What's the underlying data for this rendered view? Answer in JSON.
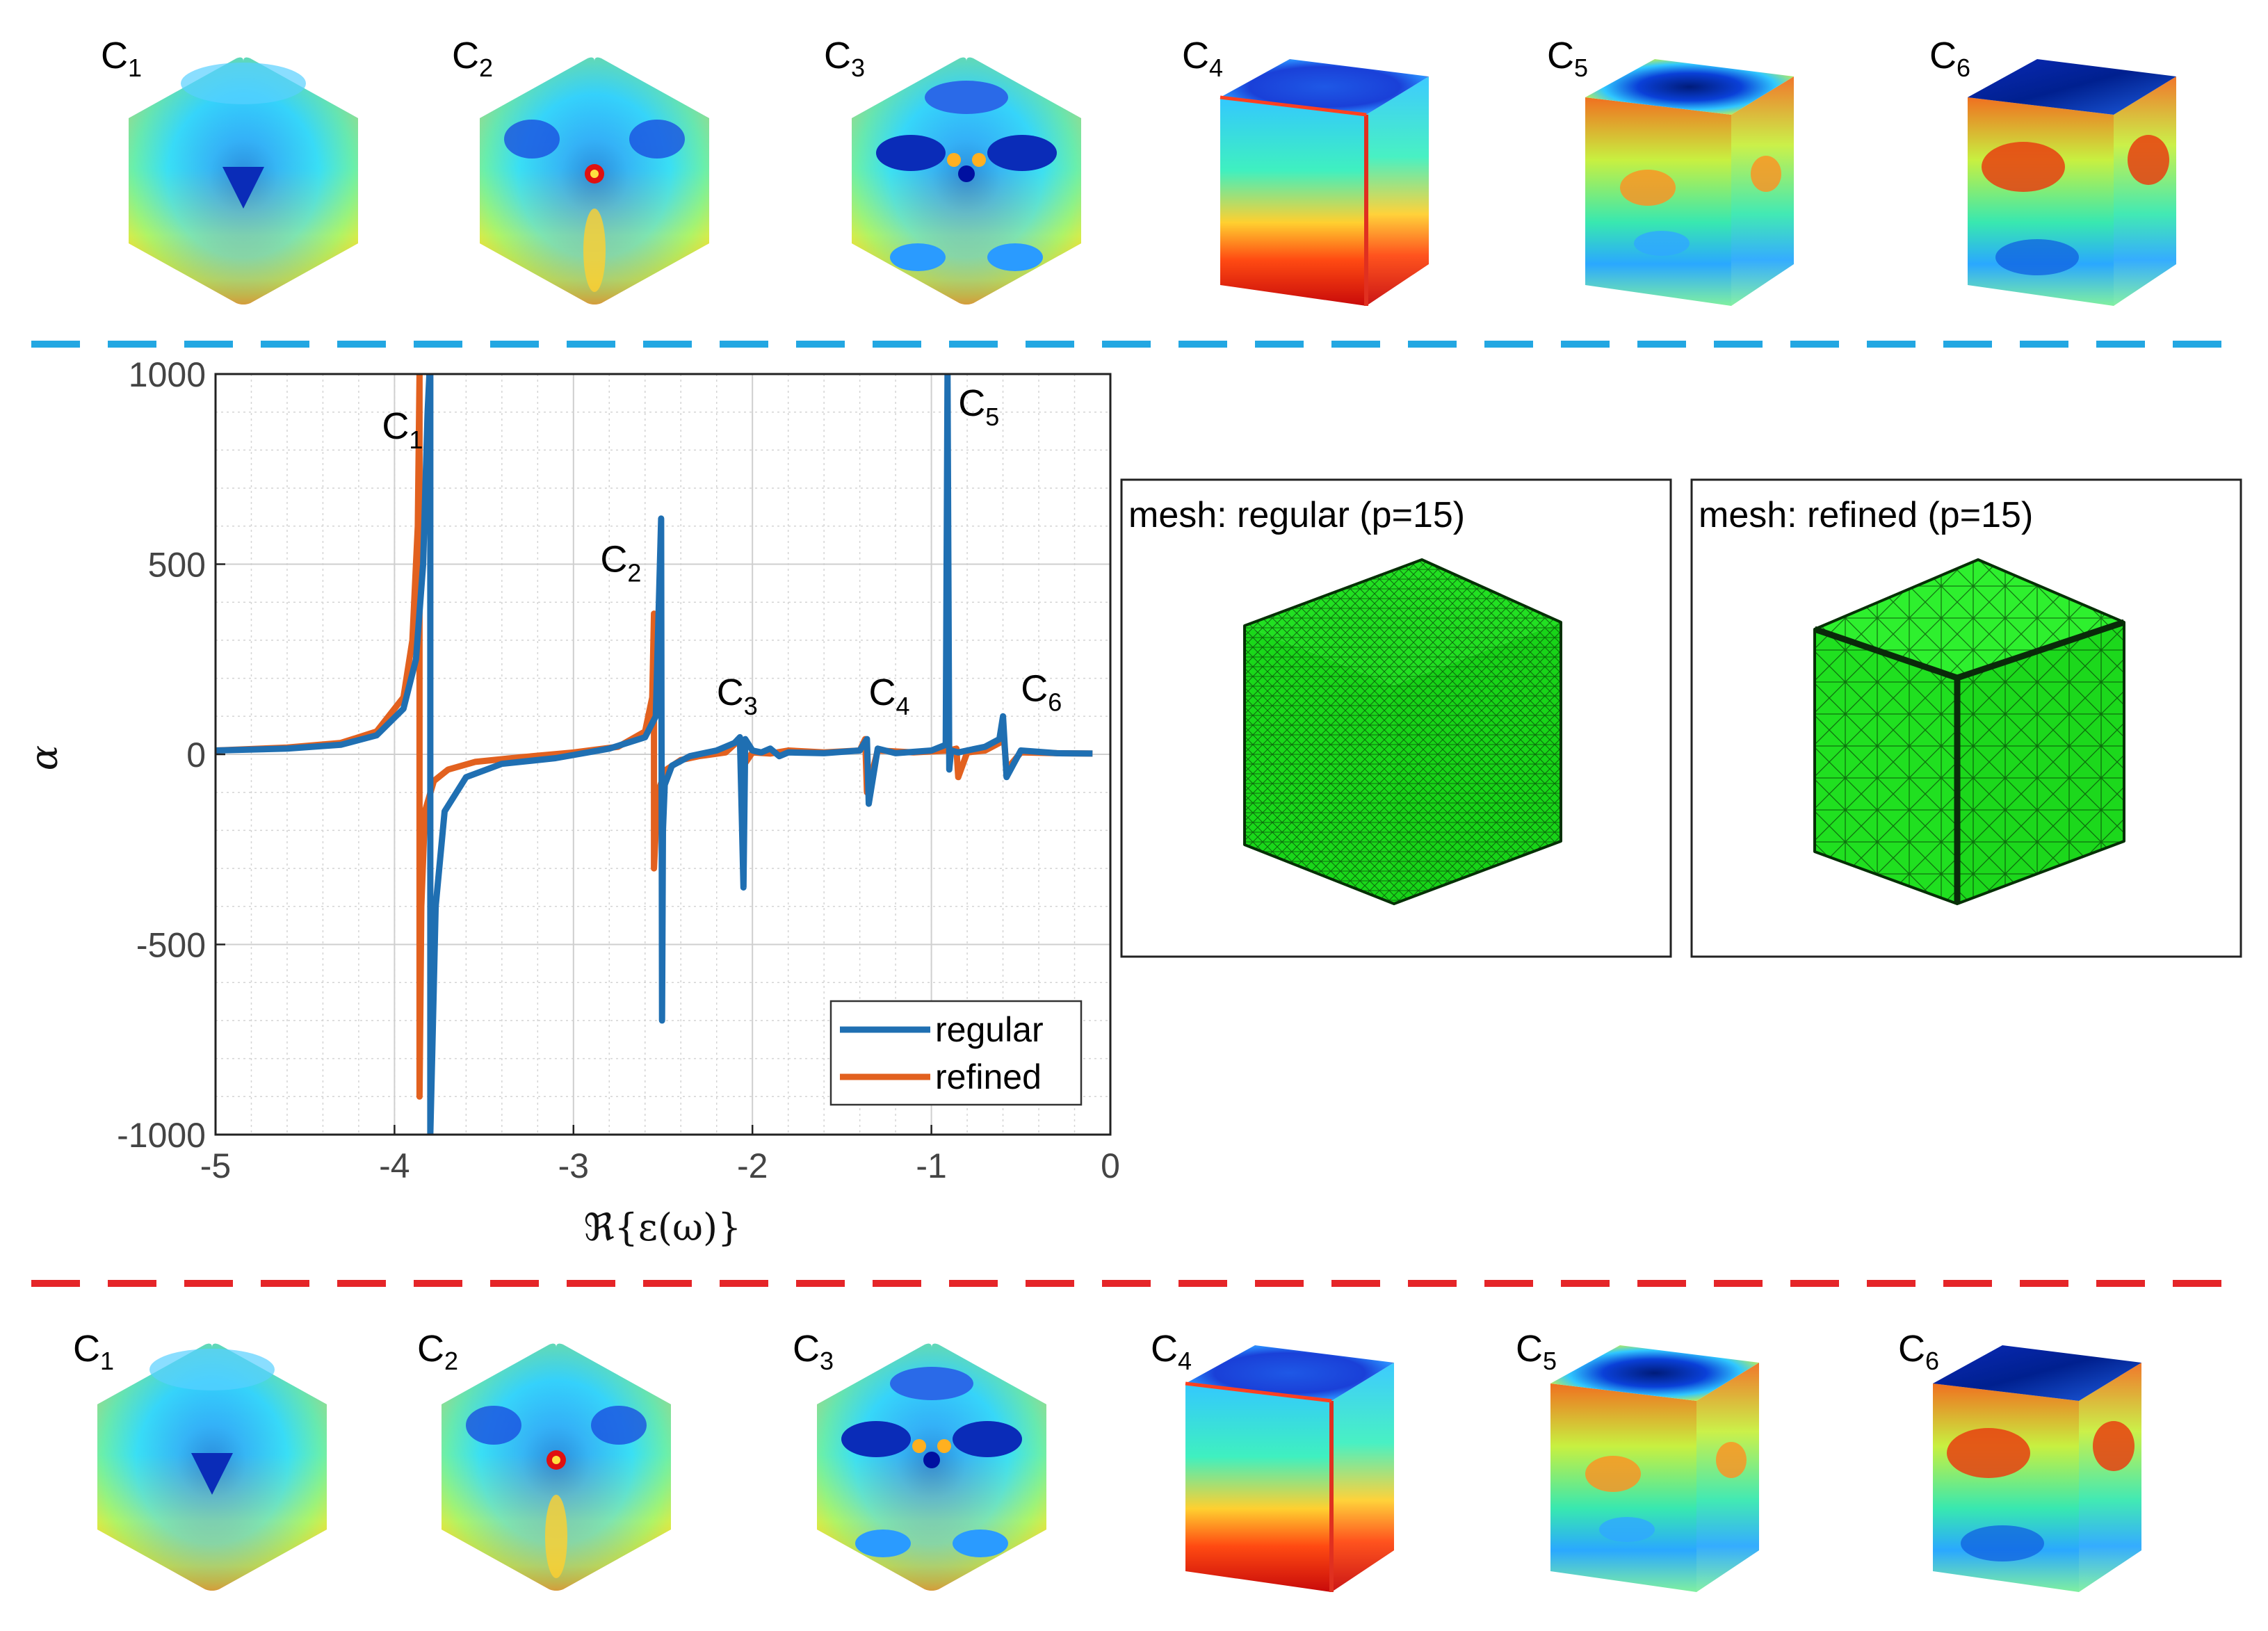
{
  "top_row": {
    "labels": [
      "C1",
      "C2",
      "C3",
      "C4",
      "C5",
      "C6"
    ]
  },
  "bottom_row": {
    "labels": [
      "C1",
      "C2",
      "C3",
      "C4",
      "C5",
      "C6"
    ]
  },
  "colors": {
    "regular": "#1f6fb2",
    "refined": "#e2611f",
    "separator_top": "#23a7e2",
    "separator_bottom": "#e52528",
    "mesh_green": "#18e018"
  },
  "mesh_panels": [
    {
      "title": "mesh: regular (p=15)"
    },
    {
      "title": "mesh: refined (p=15)"
    }
  ],
  "chart_data": {
    "type": "line",
    "xlabel": "ℜ{ε(ω)}",
    "ylabel": "α",
    "xlim": [
      -5,
      0
    ],
    "ylim": [
      -1000,
      1000
    ],
    "xticks": [
      -5,
      -4,
      -3,
      -2,
      -1,
      0
    ],
    "yticks": [
      1000,
      500,
      0,
      -500,
      -1000
    ],
    "grid": true,
    "legend_position": "bottom-right",
    "series": [
      {
        "name": "regular",
        "x": [
          -5,
          -4.6,
          -4.3,
          -4.1,
          -3.95,
          -3.88,
          -3.84,
          -3.815,
          -3.805,
          -3.8,
          -3.8,
          -3.79,
          -3.77,
          -3.72,
          -3.6,
          -3.4,
          -3.1,
          -2.8,
          -2.6,
          -2.54,
          -2.51,
          -2.505,
          -2.5,
          -2.49,
          -2.45,
          -2.35,
          -2.2,
          -2.1,
          -2.07,
          -2.05,
          -2.04,
          -2.0,
          -1.95,
          -1.9,
          -1.85,
          -1.8,
          -1.6,
          -1.4,
          -1.36,
          -1.35,
          -1.3,
          -1.2,
          -1.0,
          -0.92,
          -0.91,
          -0.9,
          -0.89,
          -0.85,
          -0.8,
          -0.7,
          -0.62,
          -0.6,
          -0.58,
          -0.5,
          -0.3,
          -0.1
        ],
        "y": [
          10,
          15,
          25,
          50,
          120,
          250,
          500,
          900,
          1000,
          1000,
          -1000,
          -800,
          -400,
          -150,
          -60,
          -25,
          -10,
          15,
          45,
          100,
          620,
          -700,
          -200,
          -80,
          -30,
          -5,
          10,
          30,
          45,
          -350,
          40,
          10,
          5,
          15,
          -5,
          5,
          3,
          10,
          40,
          -130,
          15,
          3,
          10,
          25,
          1000,
          -40,
          10,
          5,
          10,
          20,
          40,
          100,
          -60,
          10,
          3,
          2
        ]
      },
      {
        "name": "refined",
        "x": [
          -5,
          -4.6,
          -4.3,
          -4.1,
          -3.95,
          -3.9,
          -3.87,
          -3.86,
          -3.86,
          -3.85,
          -3.83,
          -3.78,
          -3.7,
          -3.55,
          -3.3,
          -3.0,
          -2.75,
          -2.6,
          -2.56,
          -2.55,
          -2.55,
          -2.53,
          -2.48,
          -2.4,
          -2.3,
          -2.15,
          -2.08,
          -2.07,
          -2.05,
          -2.0,
          -1.9,
          -1.8,
          -1.6,
          -1.4,
          -1.37,
          -1.36,
          -1.3,
          -1.1,
          -0.9,
          -0.86,
          -0.85,
          -0.8,
          -0.7,
          -0.62,
          -0.6,
          -0.58,
          -0.5,
          -0.3,
          -0.1
        ],
        "y": [
          10,
          18,
          30,
          60,
          150,
          300,
          600,
          1000,
          -900,
          -400,
          -150,
          -70,
          -40,
          -20,
          -8,
          5,
          20,
          60,
          150,
          370,
          -300,
          -100,
          -40,
          -15,
          -5,
          5,
          35,
          25,
          -30,
          5,
          2,
          10,
          5,
          10,
          40,
          -100,
          10,
          5,
          10,
          15,
          -60,
          5,
          10,
          30,
          70,
          -40,
          5,
          3,
          2
        ]
      }
    ],
    "annotations": [
      {
        "text": "C1",
        "x": -4.07,
        "y": 830
      },
      {
        "text": "C2",
        "x": -2.85,
        "y": 480
      },
      {
        "text": "C3",
        "x": -2.2,
        "y": 130
      },
      {
        "text": "C4",
        "x": -1.35,
        "y": 130
      },
      {
        "text": "C5",
        "x": -0.85,
        "y": 890
      },
      {
        "text": "C6",
        "x": -0.5,
        "y": 140
      }
    ]
  }
}
